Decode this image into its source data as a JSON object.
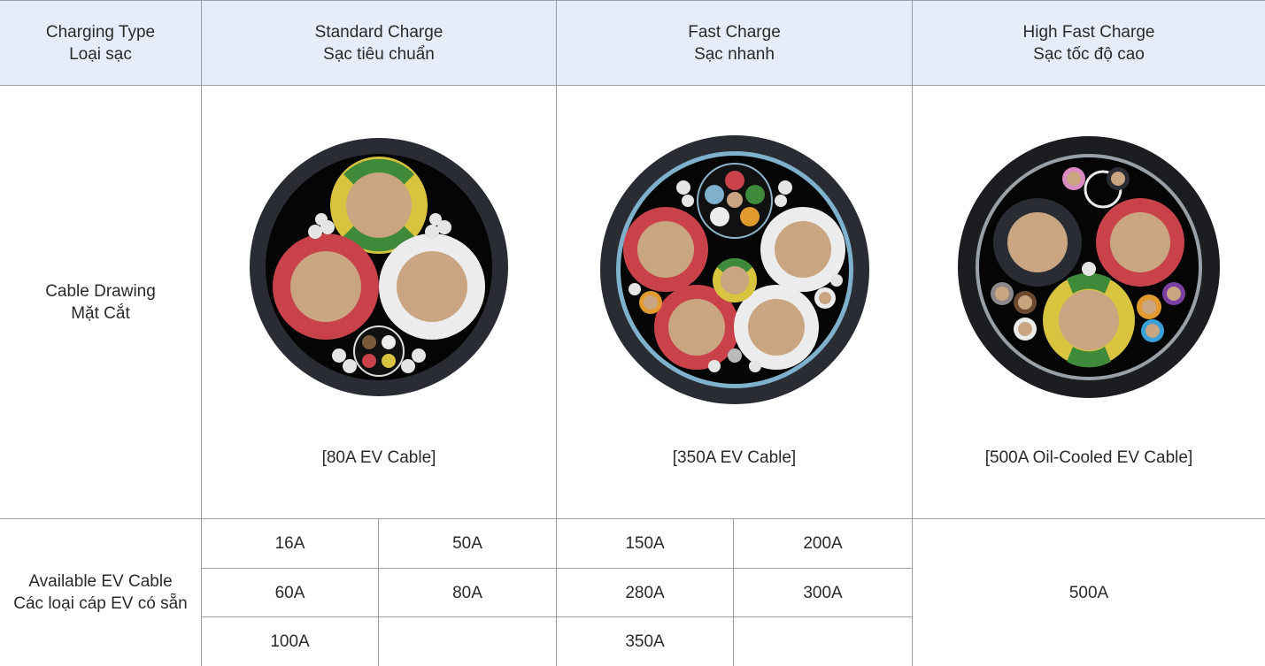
{
  "header": {
    "charging_type": {
      "en": "Charging Type",
      "vi": "Loại sạc"
    },
    "standard": {
      "en": "Standard Charge",
      "vi": "Sạc tiêu chuẩn"
    },
    "fast": {
      "en": "Fast Charge",
      "vi": "Sạc nhanh"
    },
    "high_fast": {
      "en": "High Fast Charge",
      "vi": "Sạc tốc độ cao"
    }
  },
  "drawing_row": {
    "label": {
      "en": "Cable Drawing",
      "vi": "Mặt Cắt"
    },
    "standard_caption": "[80A EV Cable]",
    "fast_caption": "[350A EV Cable]",
    "high_fast_caption": "[500A Oil-Cooled EV Cable]"
  },
  "available_row": {
    "label": {
      "en": "Available EV Cable",
      "vi": "Các loại cáp EV có sẵn"
    },
    "standard": [
      [
        "16A",
        "50A"
      ],
      [
        "60A",
        "80A"
      ],
      [
        "100A",
        ""
      ]
    ],
    "fast": [
      [
        "150A",
        "200A"
      ],
      [
        "280A",
        "300A"
      ],
      [
        "350A",
        ""
      ]
    ],
    "high_fast": "500A"
  },
  "colors": {
    "header_bg": "#e7edf8",
    "grid_line": "#9aa0a8",
    "sheath": "#1c1d21",
    "copper": "#c9a582",
    "red": "#c9424a",
    "white": "#ececec",
    "yellow": "#d9c440",
    "green": "#3f8a3a",
    "blue": "#7fb0cc"
  }
}
